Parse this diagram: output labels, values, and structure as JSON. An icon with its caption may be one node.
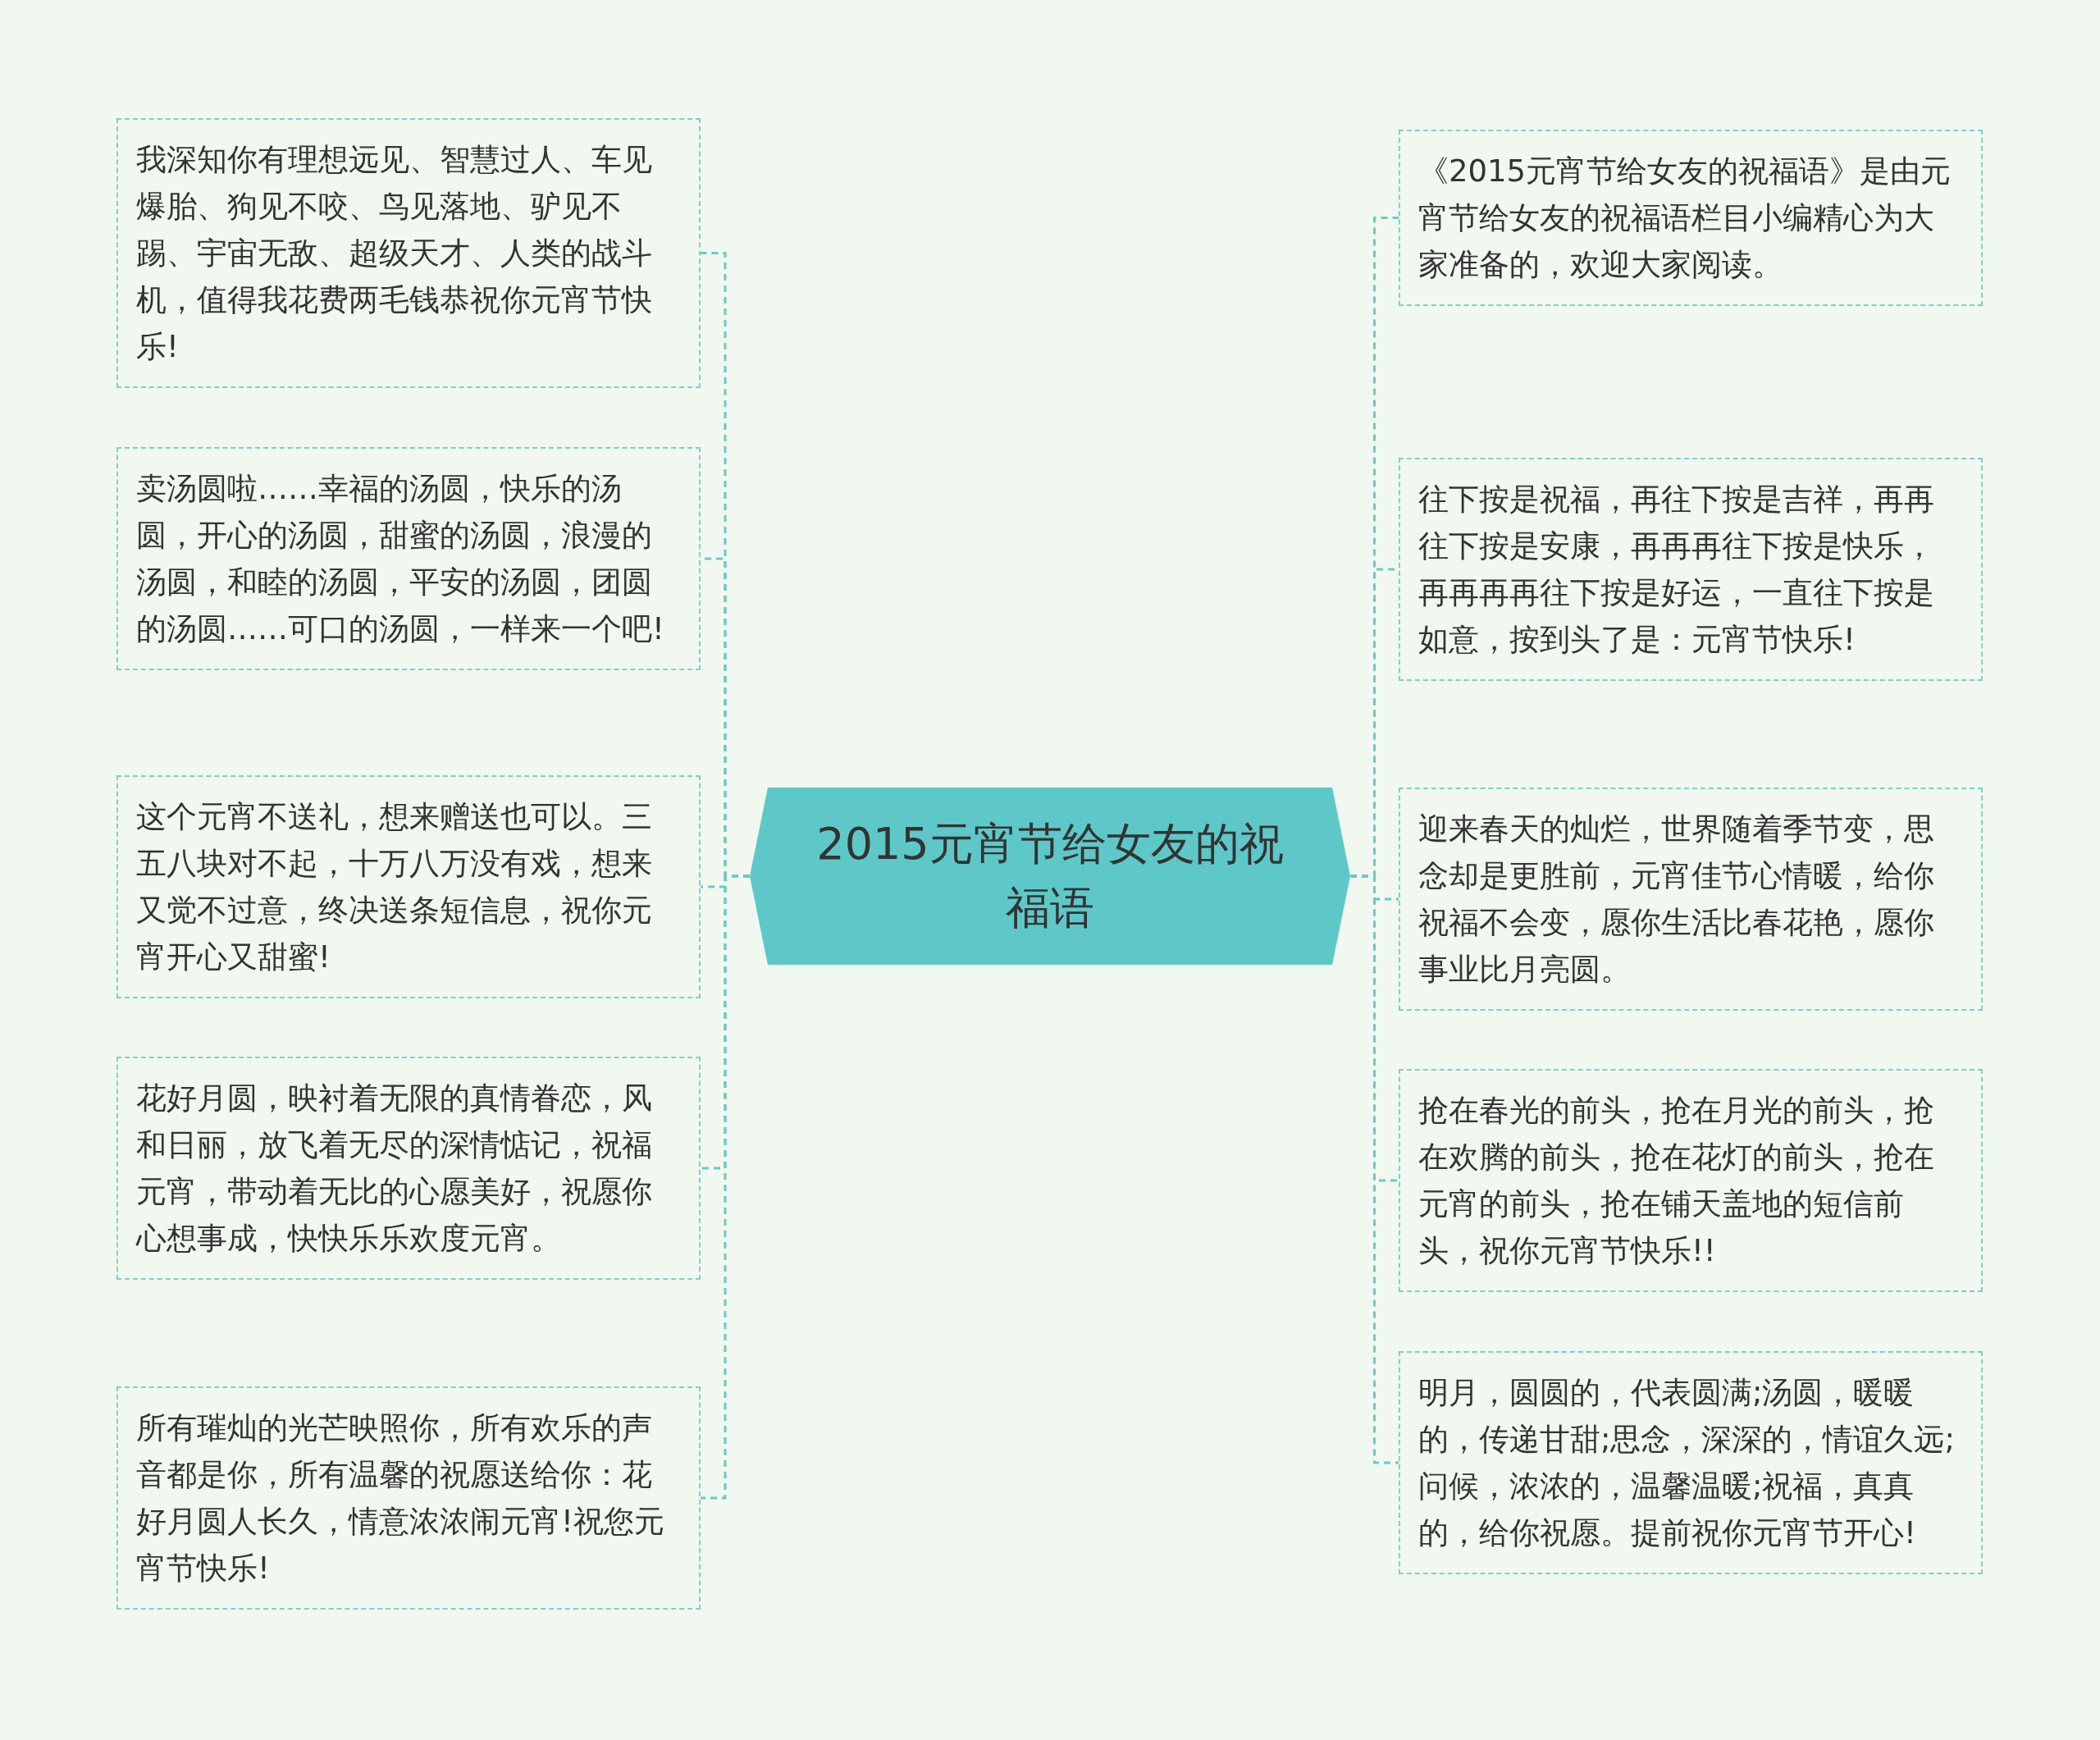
{
  "diagram": {
    "nodes": [
      {
        "text": [
          "2015元宵节给女友的祝福语"
        ]
      },
      {
        "text": [
          "我深知你有理想远见、智慧过人、车见爆胎、狗见不咬、鸟见落地、驴见不踢、宇宙无敌、超级天才、人类的战斗机，值得我花费两毛钱恭祝你元宵节快乐!"
        ]
      },
      {
        "text": [
          "卖汤圆啦……幸福的汤圆，快乐的汤圆，开心的汤圆，甜蜜的汤圆，浪漫的汤圆，和睦的汤圆，平安的汤圆，团圆的汤圆……可口的汤圆，一样来一个吧!"
        ]
      },
      {
        "text": [
          "这个元宵不送礼，想来赠送也可以。三五八块对不起，十万八万没有戏，想来又觉不过意，终决送条短信息，祝你元宵开心又甜蜜!"
        ]
      },
      {
        "text": [
          "花好月圆，映衬着无限的真情眷恋，风和日丽，放飞着无尽的深情惦记，祝福元宵，带动着无比的心愿美好，祝愿你心想事成，快快乐乐欢度元宵。"
        ]
      },
      {
        "text": [
          "所有璀灿的光芒映照你，所有欢乐的声音都是你，所有温馨的祝愿送给你：花好月圆人长久，情意浓浓闹元宵!祝您元宵节快乐!"
        ]
      },
      {
        "text": [
          "《2015元宵节给女友的祝福语》是由元宵节给女友的祝福语栏目小编精心为大家准备的，欢迎大家阅读。"
        ]
      },
      {
        "text": [
          "往下按是祝福，再往下按是吉祥，再再往下按是安康，再再再往下按是快乐，再再再再往下按是好运，一直往下按是如意，按到头了是：元宵节快乐!"
        ]
      },
      {
        "text": [
          "迎来春天的灿烂，世界随着季节变，思念却是更胜前，元宵佳节心情暖，给你祝福不会变，愿你生活比春花艳，愿你事业比月亮圆。"
        ]
      },
      {
        "text": [
          "抢在春光的前头，抢在月光的前头，抢在欢腾的前头，抢在花灯的前头，抢在元宵的前头，抢在铺天盖地的短信前头，祝你元宵节快乐!!"
        ]
      },
      {
        "text": [
          "明月，圆圆的，代表圆满;汤圆，暖暖的，传递甘甜;思念，深深的，情谊久远;问候，浓浓的，温馨温暖;祝福，真真的，给你祝愿。提前祝你元宵节开心!"
        ]
      }
    ],
    "edges": [
      {
        "from": 0,
        "to": 1,
        "arrow": "none",
        "style": "dashed"
      },
      {
        "from": 0,
        "to": 2,
        "arrow": "none",
        "style": "dashed"
      },
      {
        "from": 0,
        "to": 3,
        "arrow": "none",
        "style": "dashed"
      },
      {
        "from": 0,
        "to": 4,
        "arrow": "none",
        "style": "dashed"
      },
      {
        "from": 0,
        "to": 5,
        "arrow": "none",
        "style": "dashed"
      },
      {
        "from": 0,
        "to": 6,
        "arrow": "none",
        "style": "dashed"
      },
      {
        "from": 0,
        "to": 7,
        "arrow": "none",
        "style": "dashed"
      },
      {
        "from": 0,
        "to": 8,
        "arrow": "none",
        "style": "dashed"
      },
      {
        "from": 0,
        "to": 9,
        "arrow": "none",
        "style": "dashed"
      },
      {
        "from": 0,
        "to": 10,
        "arrow": "none",
        "style": "dashed"
      }
    ]
  }
}
